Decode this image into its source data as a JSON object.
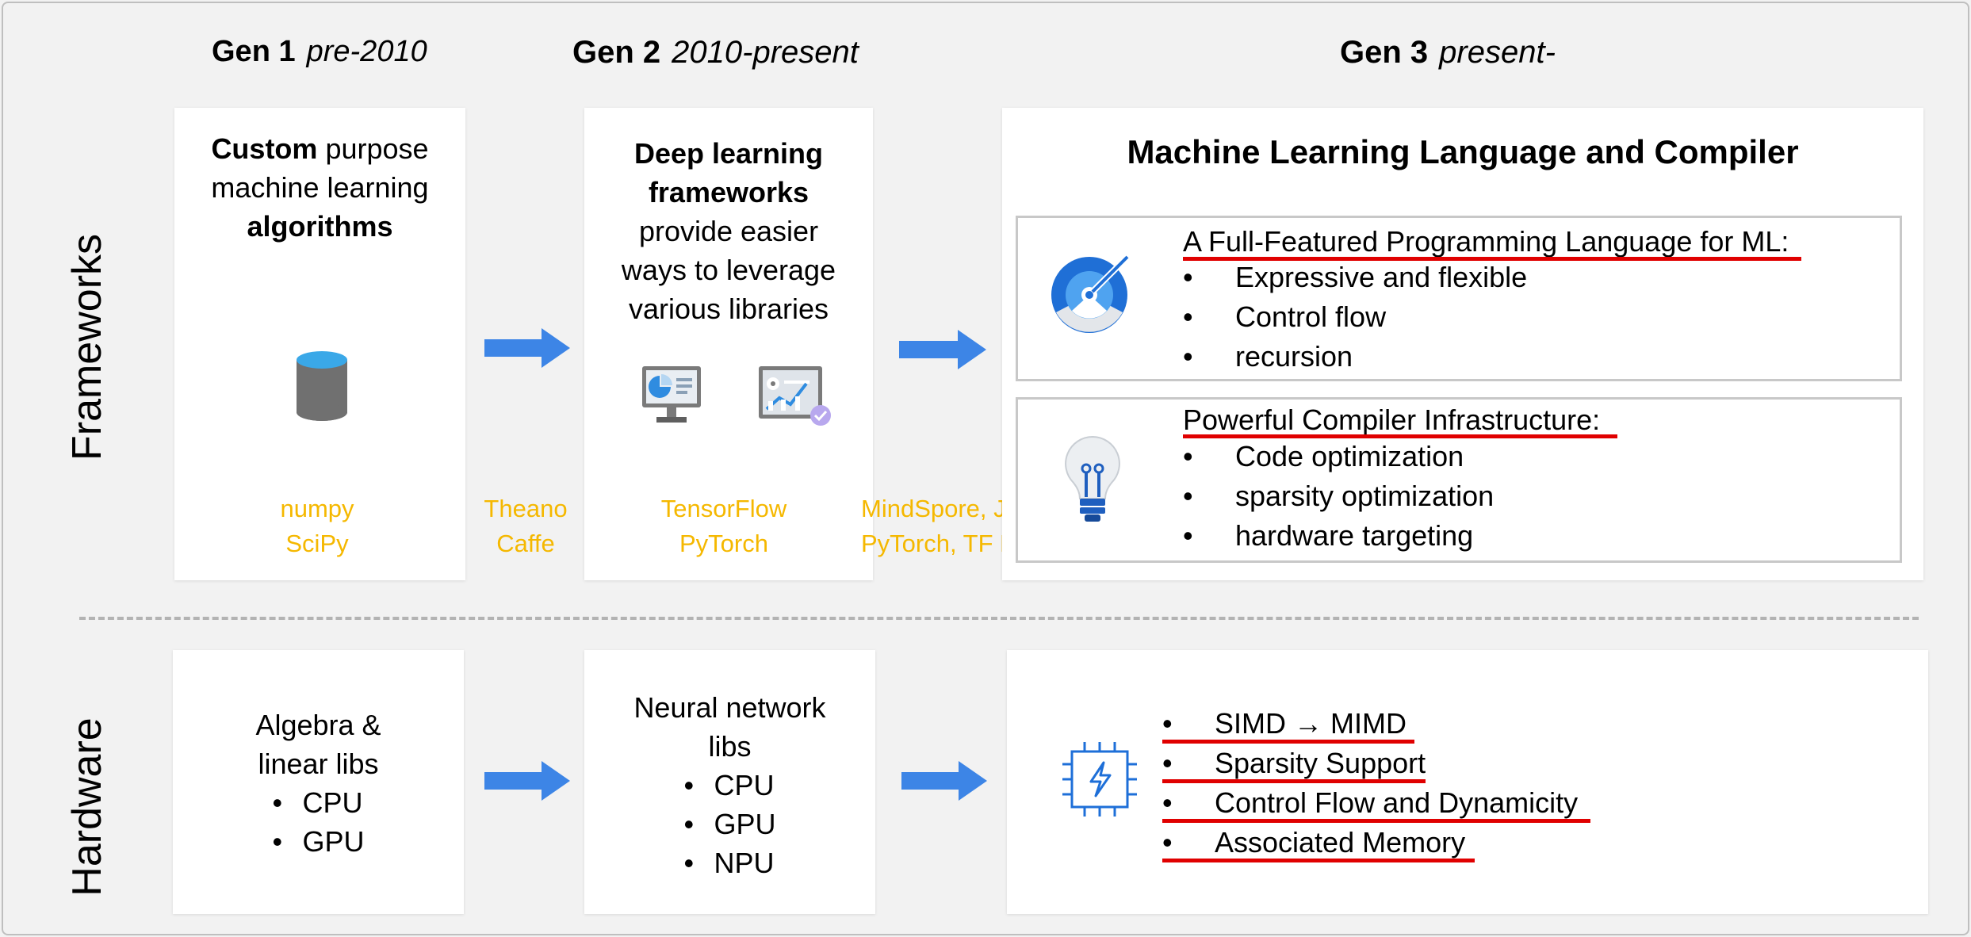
{
  "generations": [
    {
      "name": "Gen 1",
      "period": "pre-2010"
    },
    {
      "name": "Gen 2",
      "period": "2010-present"
    },
    {
      "name": "Gen 3",
      "period": "present-"
    }
  ],
  "rows": {
    "frameworks": "Frameworks",
    "hardware": "Hardware"
  },
  "gen1_card": {
    "line1_bold": "Custom",
    "line1_rest": " purpose",
    "line2": "machine learning",
    "line3_bold": "algorithms"
  },
  "gen2_card": {
    "line1_bold": "Deep learning",
    "line2_bold": "frameworks",
    "line3": "provide easier",
    "line4": "ways to leverage",
    "line5": "various libraries"
  },
  "libraries": {
    "gen1": [
      "numpy",
      "SciPy"
    ],
    "transition1": [
      "Theano",
      "Caffe"
    ],
    "gen2": [
      "TensorFlow",
      "PyTorch"
    ],
    "transition2": [
      "MindSpore, Jax",
      "PyTorch, TF Eager"
    ]
  },
  "gen3_card": {
    "title": "Machine Learning Language and Compiler",
    "language": {
      "heading": "A Full-Featured Programming Language for ML:",
      "items": [
        "Expressive and flexible",
        "Control flow",
        "recursion"
      ]
    },
    "compiler": {
      "heading": "Powerful Compiler Infrastructure:",
      "items": [
        "Code optimization",
        "sparsity optimization",
        "hardware targeting"
      ]
    }
  },
  "hardware": {
    "gen1": {
      "title_lines": [
        "Algebra &",
        "linear libs"
      ],
      "items": [
        "CPU",
        "GPU"
      ]
    },
    "gen2": {
      "title_lines": [
        "Neural network",
        "libs"
      ],
      "items": [
        "CPU",
        "GPU",
        "NPU"
      ]
    },
    "gen3": {
      "items": [
        "SIMD → MIMD",
        "Sparsity Support",
        "Control Flow and Dynamicity",
        "Associated Memory"
      ]
    }
  },
  "bullet": "•",
  "icons": {
    "database": "database-icon",
    "dashboard": "dashboard-monitor-icon",
    "analytics": "analytics-settings-icon",
    "gauge": "gauge-icon",
    "lightbulb": "lightbulb-icon",
    "chip": "processor-chip-icon"
  },
  "colors": {
    "arrow": "#3d85e6",
    "library_text": "#f5b800",
    "underline": "#e00000",
    "chip": "#1e6fd8"
  }
}
